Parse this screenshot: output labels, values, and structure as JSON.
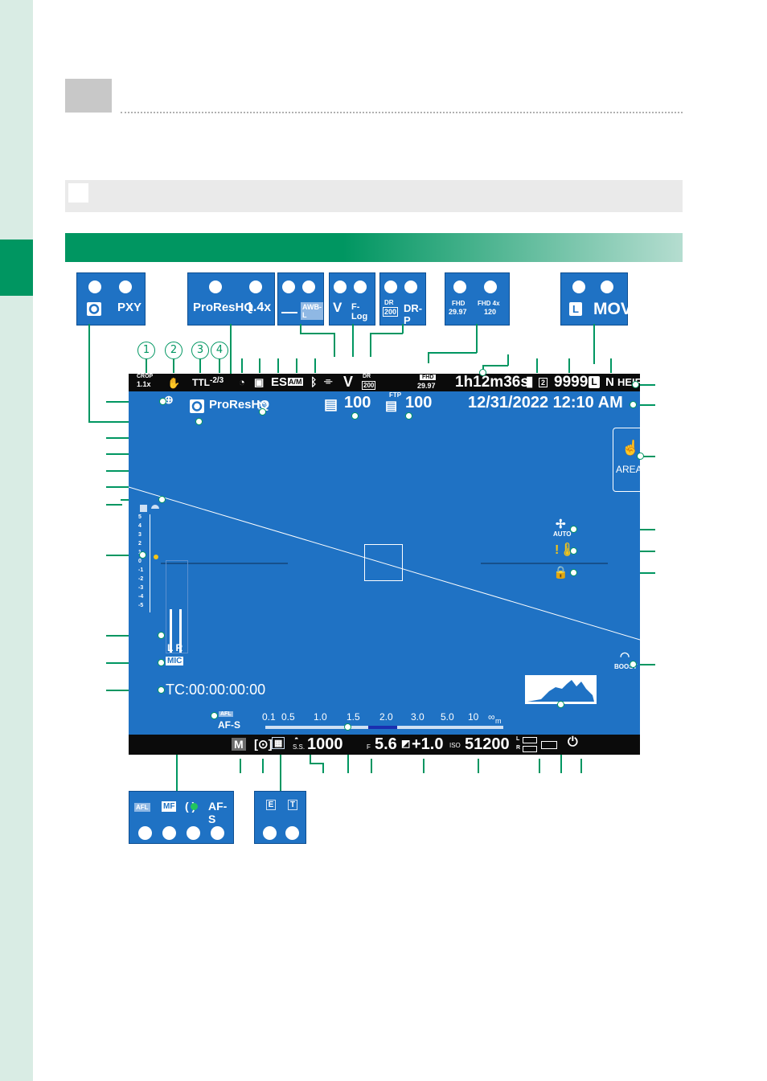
{
  "callouts": [
    "1",
    "2",
    "3",
    "4"
  ],
  "popups": {
    "p1": {
      "b": "PXY"
    },
    "p2": {
      "a": "ProResHQ",
      "b": "1.4x"
    },
    "p3": {
      "b": "AWB-L"
    },
    "p4": {
      "b": "F-Log"
    },
    "p5": {
      "a_top": "DR",
      "a_bot": "200",
      "b": "DR-P"
    },
    "p6": {
      "a_top": "FHD",
      "a_bot": "29.97",
      "b_top": "FHD 4x",
      "b_bot": "120"
    },
    "p7": {
      "b": "MOV"
    },
    "p8": {
      "a": "AFL",
      "b": "MF",
      "c": "( )",
      "d": "AF-S"
    },
    "p9": {
      "a": "E",
      "b": "T"
    }
  },
  "top_strip": {
    "crop_top": "CROP",
    "crop_bot": "1.1x",
    "flash": "TTL",
    "flash_comp": "-2/3",
    "shutter_type": "ES",
    "am": "A/M",
    "dr_top": "DR",
    "dr_bot": "200",
    "fhd_top": "FHD",
    "fhd_bot": "29.97",
    "time_remaining": "1h12m36s",
    "slot": "2",
    "frames": "9999",
    "size": "L",
    "quality": "N",
    "format": "HEIF"
  },
  "screen": {
    "codec": "ProResHQ",
    "count1": "100",
    "ftp": "FTP",
    "count2": "100",
    "datetime": "12/31/2022 12:10  AM",
    "area": "AREA",
    "fan": "AUTO",
    "boost": "BOOST",
    "level_scale": [
      "5",
      "4",
      "3",
      "2",
      "1",
      "0",
      "-1",
      "-2",
      "-3",
      "-4",
      "-5"
    ],
    "lr": "L R",
    "mic": "MIC",
    "timecode": "TC:00:00:00:00",
    "afl": "AFL",
    "afs": "AF-S",
    "distance": [
      "0.1",
      "0.5",
      "1.0",
      "1.5",
      "2.0",
      "3.0",
      "5.0",
      "10",
      "∞"
    ],
    "distance_unit": "m"
  },
  "bottom_strip": {
    "mode": "M",
    "ss_label": "S.S.",
    "shutter": "1000",
    "f_label": "F",
    "aperture": "5.6",
    "exposure": "+1.0",
    "iso_label": "ISO",
    "iso": "51200",
    "l": "L",
    "r": "R"
  },
  "colors": {
    "brand_green": "#009661",
    "screen_blue": "#1f72c4",
    "strip": "#0b0b0b"
  }
}
